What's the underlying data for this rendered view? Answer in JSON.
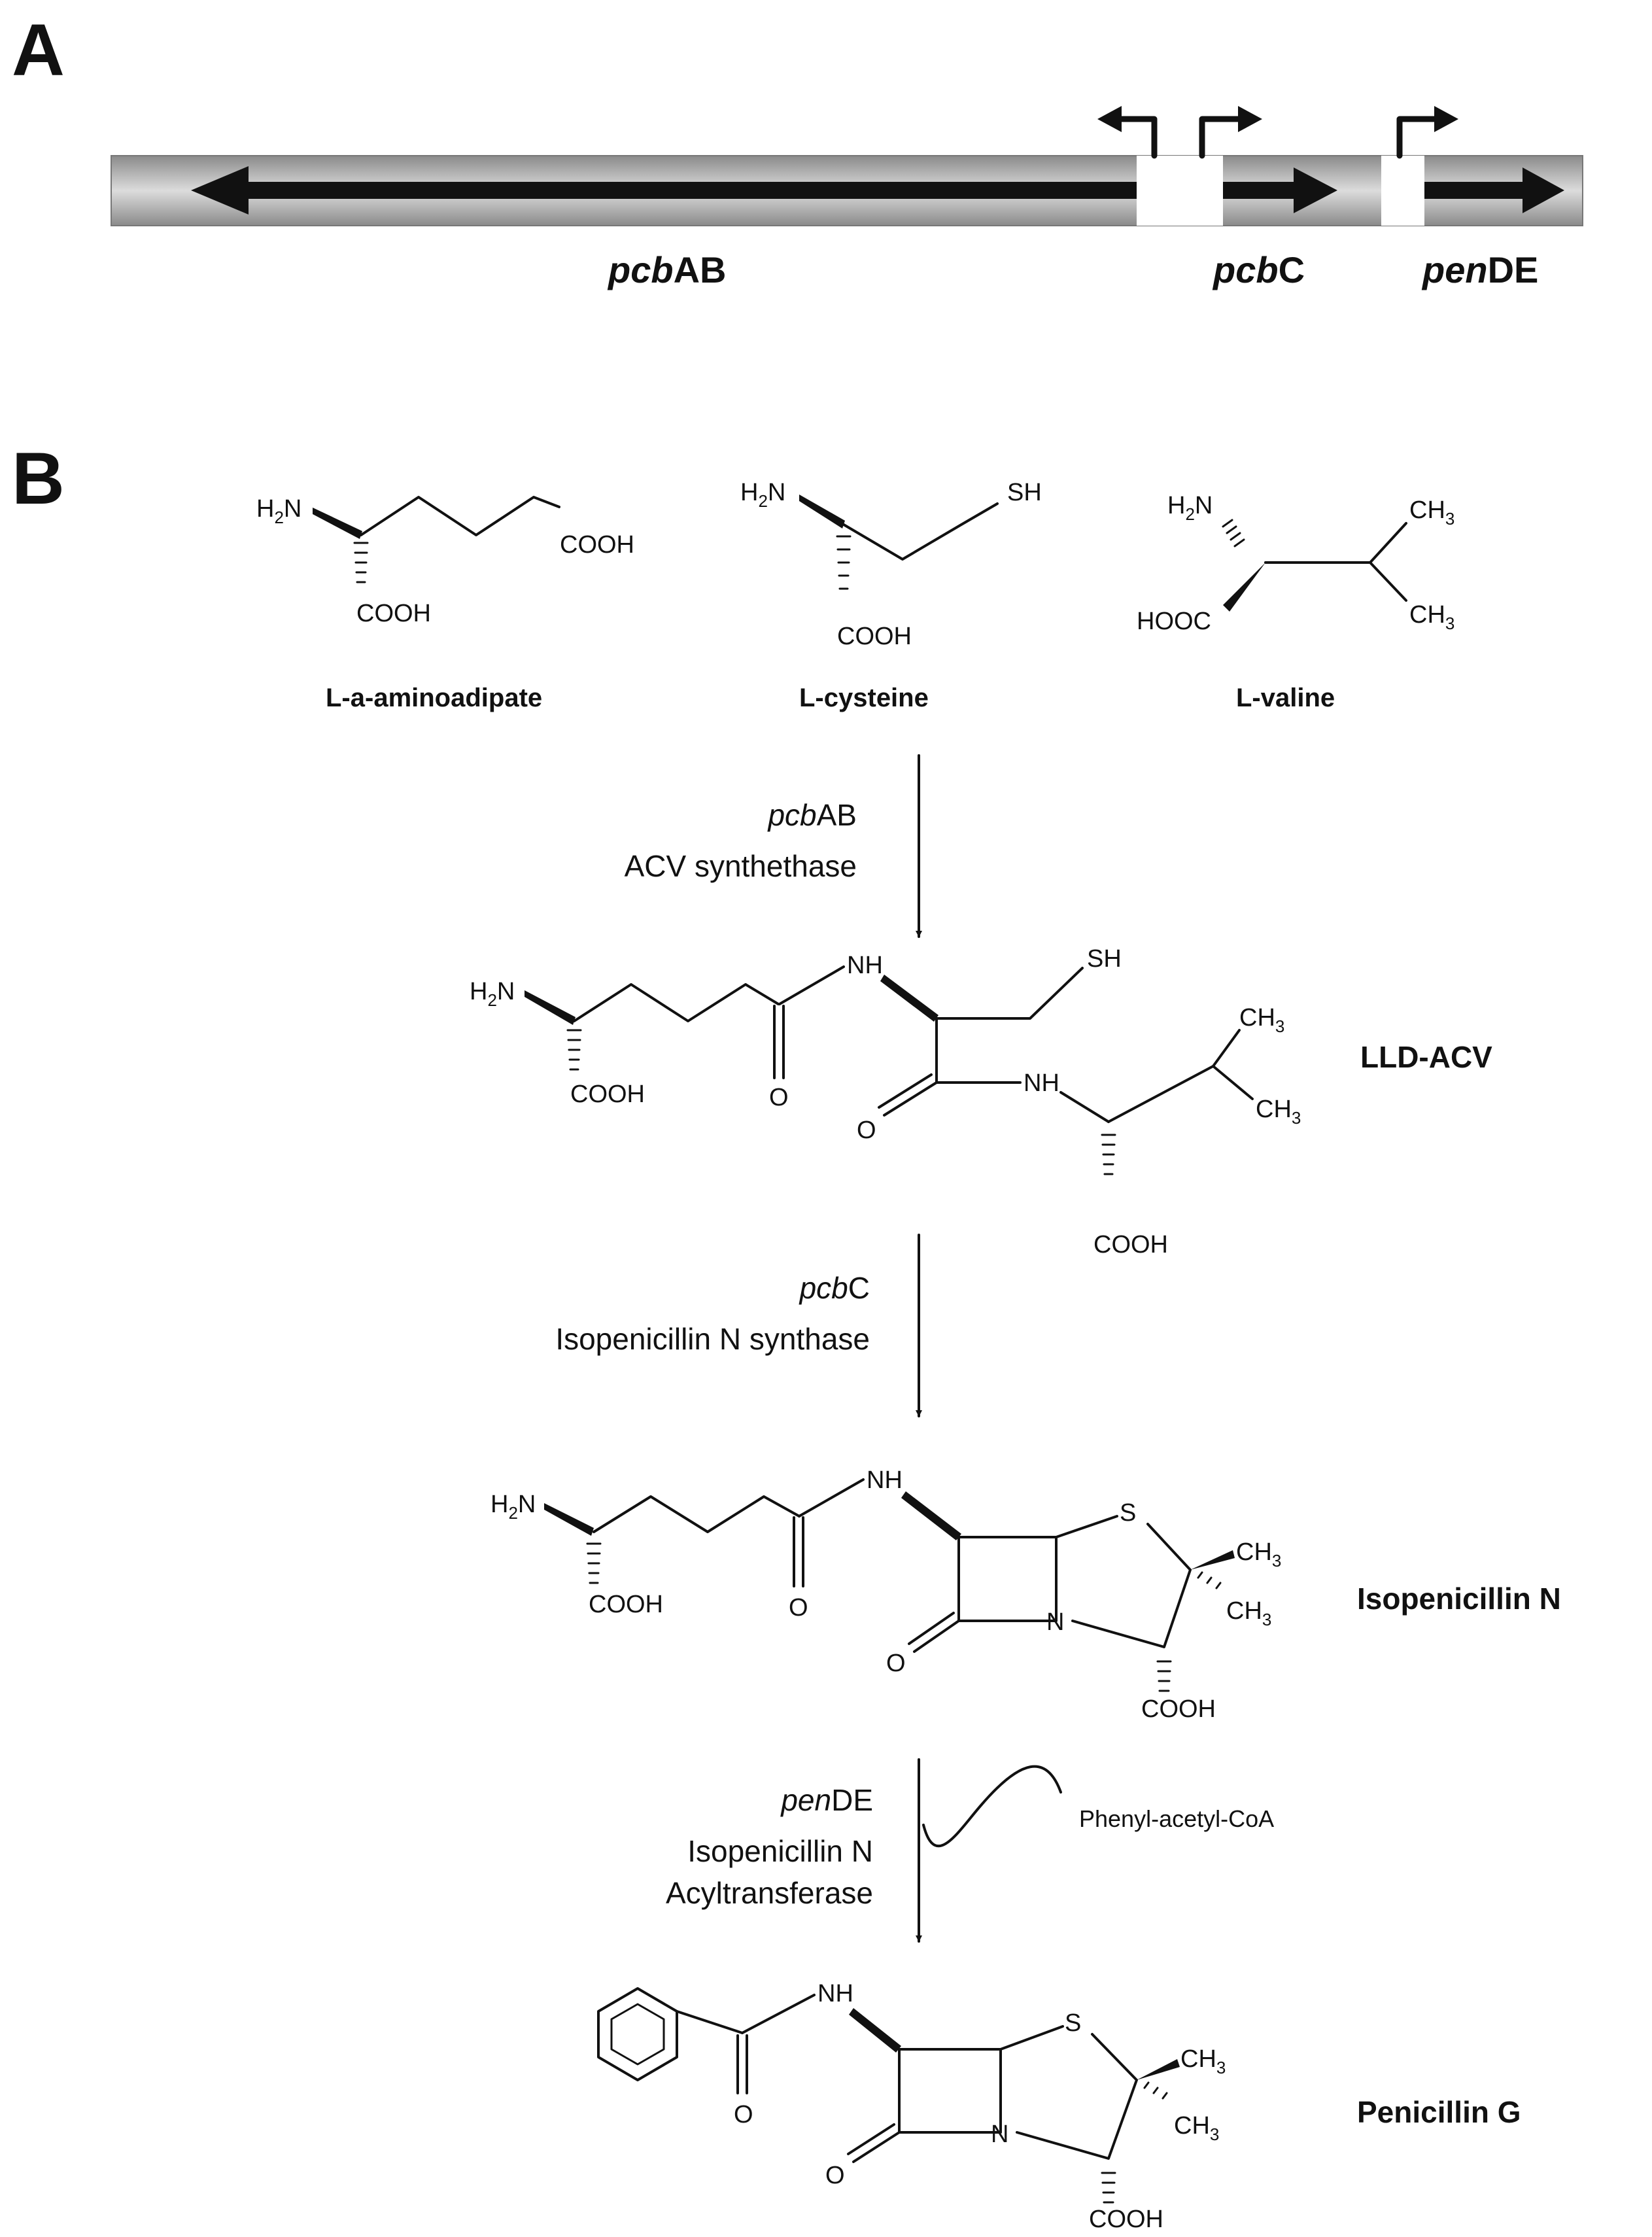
{
  "panel_a": {
    "label": "A",
    "genes": [
      {
        "italic": "pcb",
        "rest": "AB"
      },
      {
        "italic": "pcb",
        "rest": "C"
      },
      {
        "italic": "pen",
        "rest": "DE"
      }
    ]
  },
  "panel_b": {
    "label": "B",
    "substrates": [
      "L-a-aminoadipate",
      "L-cysteine",
      "L-valine"
    ],
    "steps": [
      {
        "gene_italic": "pcb",
        "gene_rest": "AB",
        "enzyme": [
          "ACV synthethase"
        ]
      },
      {
        "gene_italic": "pcb",
        "gene_rest": "C",
        "enzyme": [
          "Isopenicillin N synthase"
        ]
      },
      {
        "gene_italic": "pen",
        "gene_rest": "DE",
        "enzyme": [
          "Isopenicillin N",
          "Acyltransferase"
        ],
        "cosubstrate": "Phenyl-acetyl-CoA"
      }
    ],
    "products": [
      "LLD-ACV",
      "Isopenicillin N",
      "Penicillin G"
    ]
  },
  "atoms": {
    "h2n_h": "H",
    "h2n_sub": "2",
    "h2n_n": "N",
    "cooh": "COOH",
    "hooc": "HOOC",
    "sh": "SH",
    "s": "S",
    "nh": "NH",
    "n": "N",
    "o": "O",
    "ch3_c": "CH",
    "ch3_sub": "3"
  },
  "colors": {
    "ink": "#111111",
    "gene_bar_light": "#d9d9d9",
    "gene_bar_dark": "#8a8a8a"
  }
}
